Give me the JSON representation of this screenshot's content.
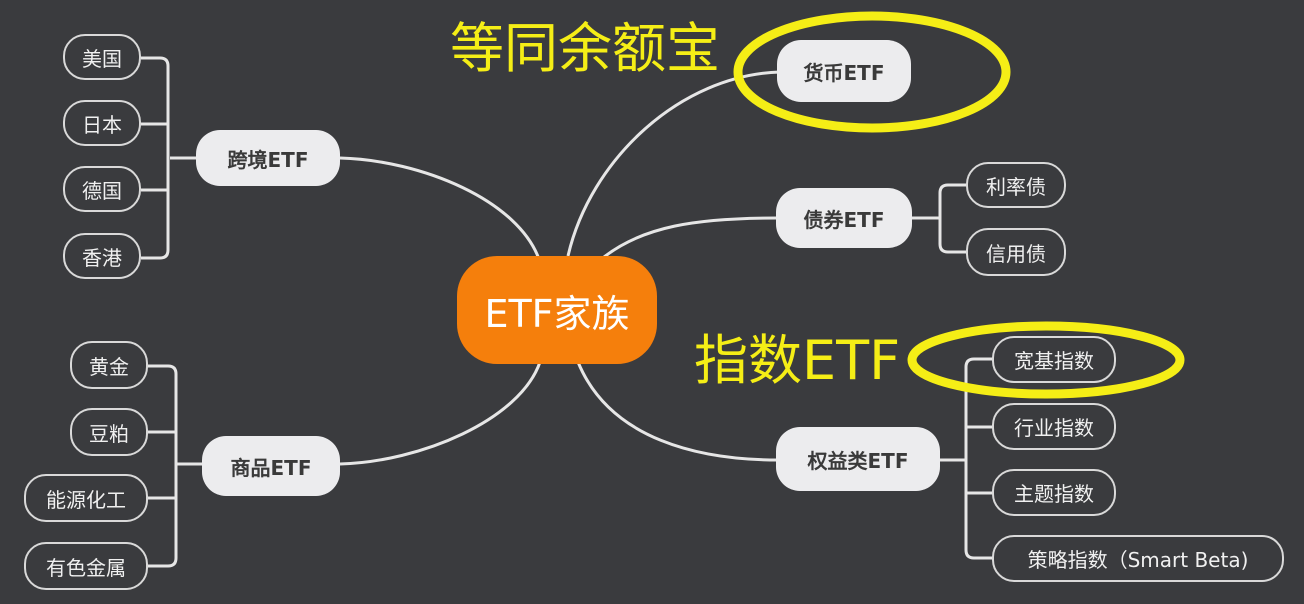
{
  "root": {
    "label": "ETF家族",
    "color": "#f57f0c"
  },
  "branches": {
    "cross_border": {
      "label": "跨境ETF",
      "children": [
        "美国",
        "日本",
        "德国",
        "香港"
      ]
    },
    "commodity": {
      "label": "商品ETF",
      "children": [
        "黄金",
        "豆粕",
        "能源化工",
        "有色金属"
      ]
    },
    "money": {
      "label": "货币ETF",
      "children": []
    },
    "bond": {
      "label": "债券ETF",
      "children": [
        "利率债",
        "信用债"
      ]
    },
    "equity": {
      "label": "权益类ETF",
      "children": [
        "宽基指数",
        "行业指数",
        "主题指数",
        "策略指数（Smart Beta)"
      ]
    }
  },
  "annotations": {
    "money_note": "等同余额宝",
    "index_note": "指数ETF",
    "highlight_color": "#f5ee16"
  }
}
